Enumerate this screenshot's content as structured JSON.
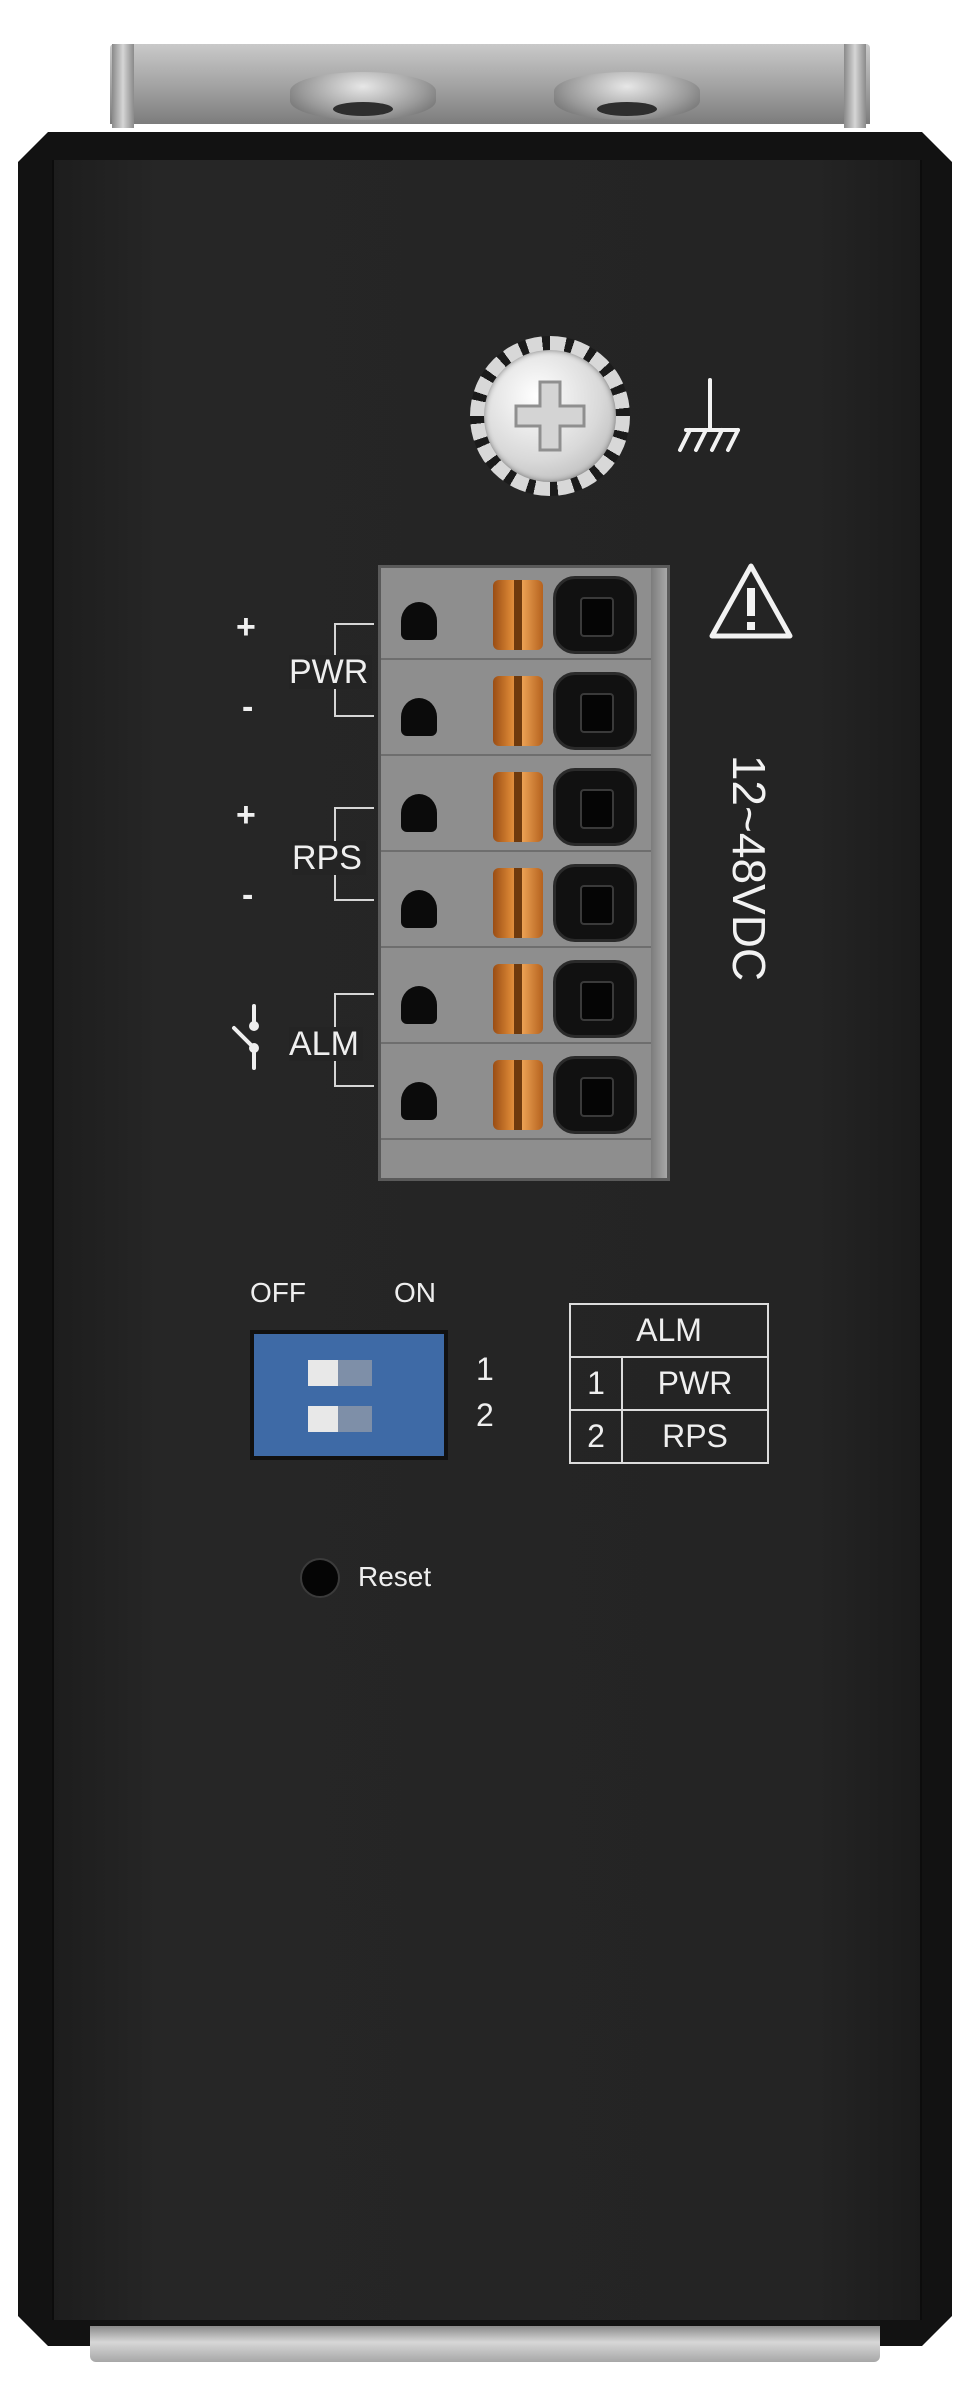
{
  "device": {
    "voltage_label": "12~48VDC",
    "reset_label": "Reset",
    "terminal_labels": {
      "pwr": "PWR",
      "rps": "RPS",
      "alm": "ALM",
      "plus": "+",
      "minus": "-"
    },
    "dip": {
      "off_label": "OFF",
      "on_label": "ON",
      "switch_numbers": [
        "1",
        "2"
      ],
      "positions": [
        "OFF",
        "OFF"
      ]
    },
    "alm_table": {
      "header": "ALM",
      "rows": [
        {
          "num": "1",
          "label": "PWR"
        },
        {
          "num": "2",
          "label": "RPS"
        }
      ]
    },
    "icons": [
      "ground-icon",
      "warning-icon",
      "relay-switch-icon",
      "ground-screw-icon"
    ],
    "colors": {
      "chassis": "#242424",
      "terminal_body": "#8e8e8e",
      "terminal_lever": "#d88433",
      "dip_switch": "#3e6aa6",
      "label_text": "#efefef"
    }
  }
}
